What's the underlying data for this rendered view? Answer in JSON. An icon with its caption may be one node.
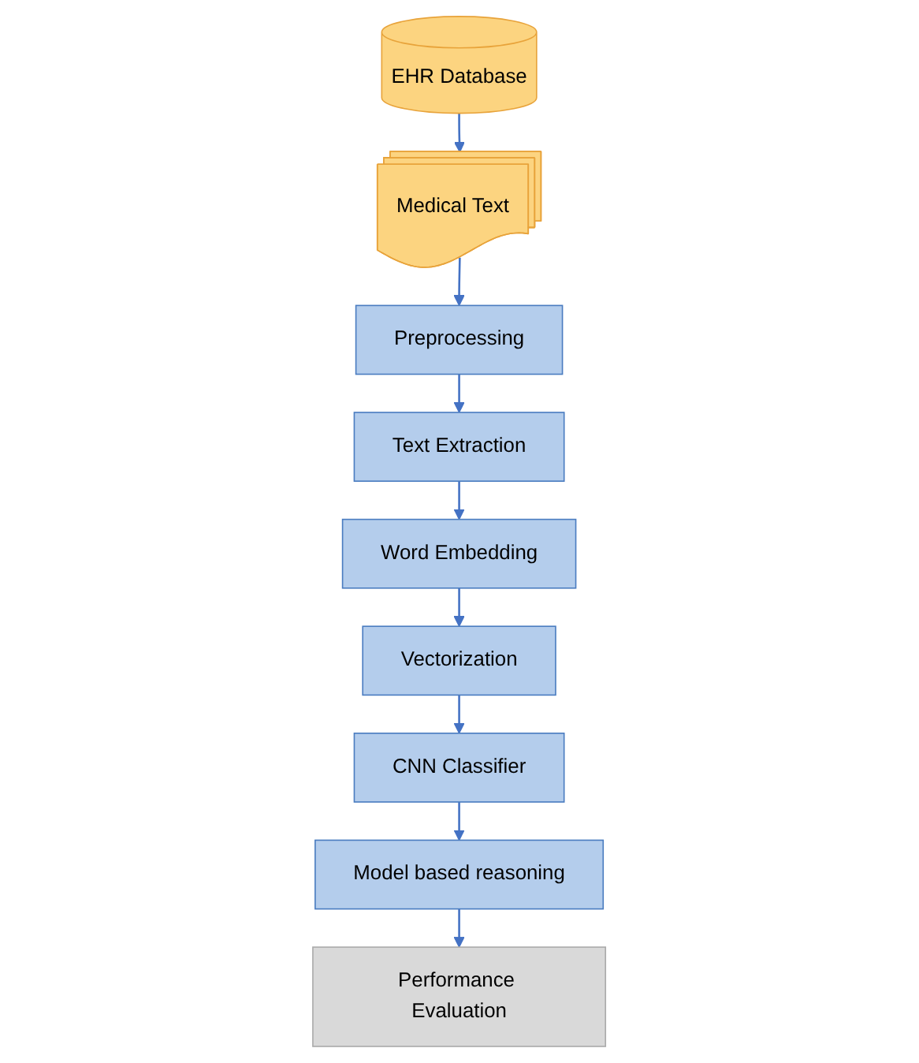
{
  "diagram": {
    "nodes": [
      {
        "text": [
          "EHR Database"
        ]
      },
      {
        "text": [
          "Medical Text"
        ]
      },
      {
        "text": [
          "Preprocessing"
        ]
      },
      {
        "text": [
          "Text Extraction"
        ]
      },
      {
        "text": [
          "Word Embedding"
        ]
      },
      {
        "text": [
          "Vectorization"
        ]
      },
      {
        "text": [
          "CNN Classifier"
        ]
      },
      {
        "text": [
          "Model based reasoning"
        ]
      },
      {
        "text": [
          "Performance Evaluation"
        ]
      }
    ],
    "edges": [
      {
        "from": 0,
        "to": 1,
        "arrow": "to"
      },
      {
        "from": 1,
        "to": 2,
        "arrow": "to"
      },
      {
        "from": 2,
        "to": 3,
        "arrow": "to"
      },
      {
        "from": 3,
        "to": 4,
        "arrow": "to"
      },
      {
        "from": 4,
        "to": 5,
        "arrow": "to"
      },
      {
        "from": 5,
        "to": 6,
        "arrow": "to"
      },
      {
        "from": 6,
        "to": 7,
        "arrow": "to"
      },
      {
        "from": 7,
        "to": 8,
        "arrow": "to"
      }
    ]
  }
}
